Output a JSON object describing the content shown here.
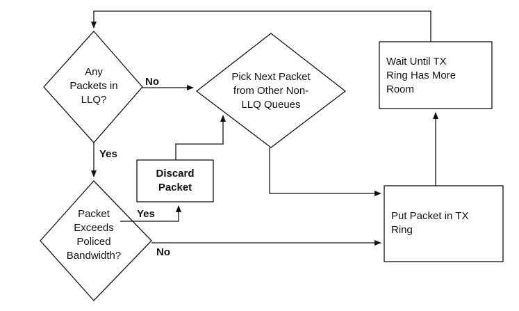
{
  "diagram": {
    "nodes": {
      "any_packets_llq": {
        "text": "Any\nPackets in\nLLQ?"
      },
      "pick_next_packet": {
        "text": "Pick Next Packet\nfrom Other Non-\nLLQ Queues"
      },
      "packet_exceeds": {
        "text": "Packet\nExceeds\nPoliced\nBandwidth?"
      },
      "discard_packet": {
        "text": "Discard\nPacket"
      },
      "wait_until_tx": {
        "text": "Wait Until TX\nRing Has More\nRoom"
      },
      "put_packet_tx": {
        "text": "Put Packet in TX\nRing"
      }
    },
    "edge_labels": {
      "llq_no": "No",
      "llq_yes": "Yes",
      "exceeds_yes": "Yes",
      "exceeds_no": "No"
    },
    "colors": {
      "stroke": "#111111",
      "background": "#ffffff"
    }
  }
}
